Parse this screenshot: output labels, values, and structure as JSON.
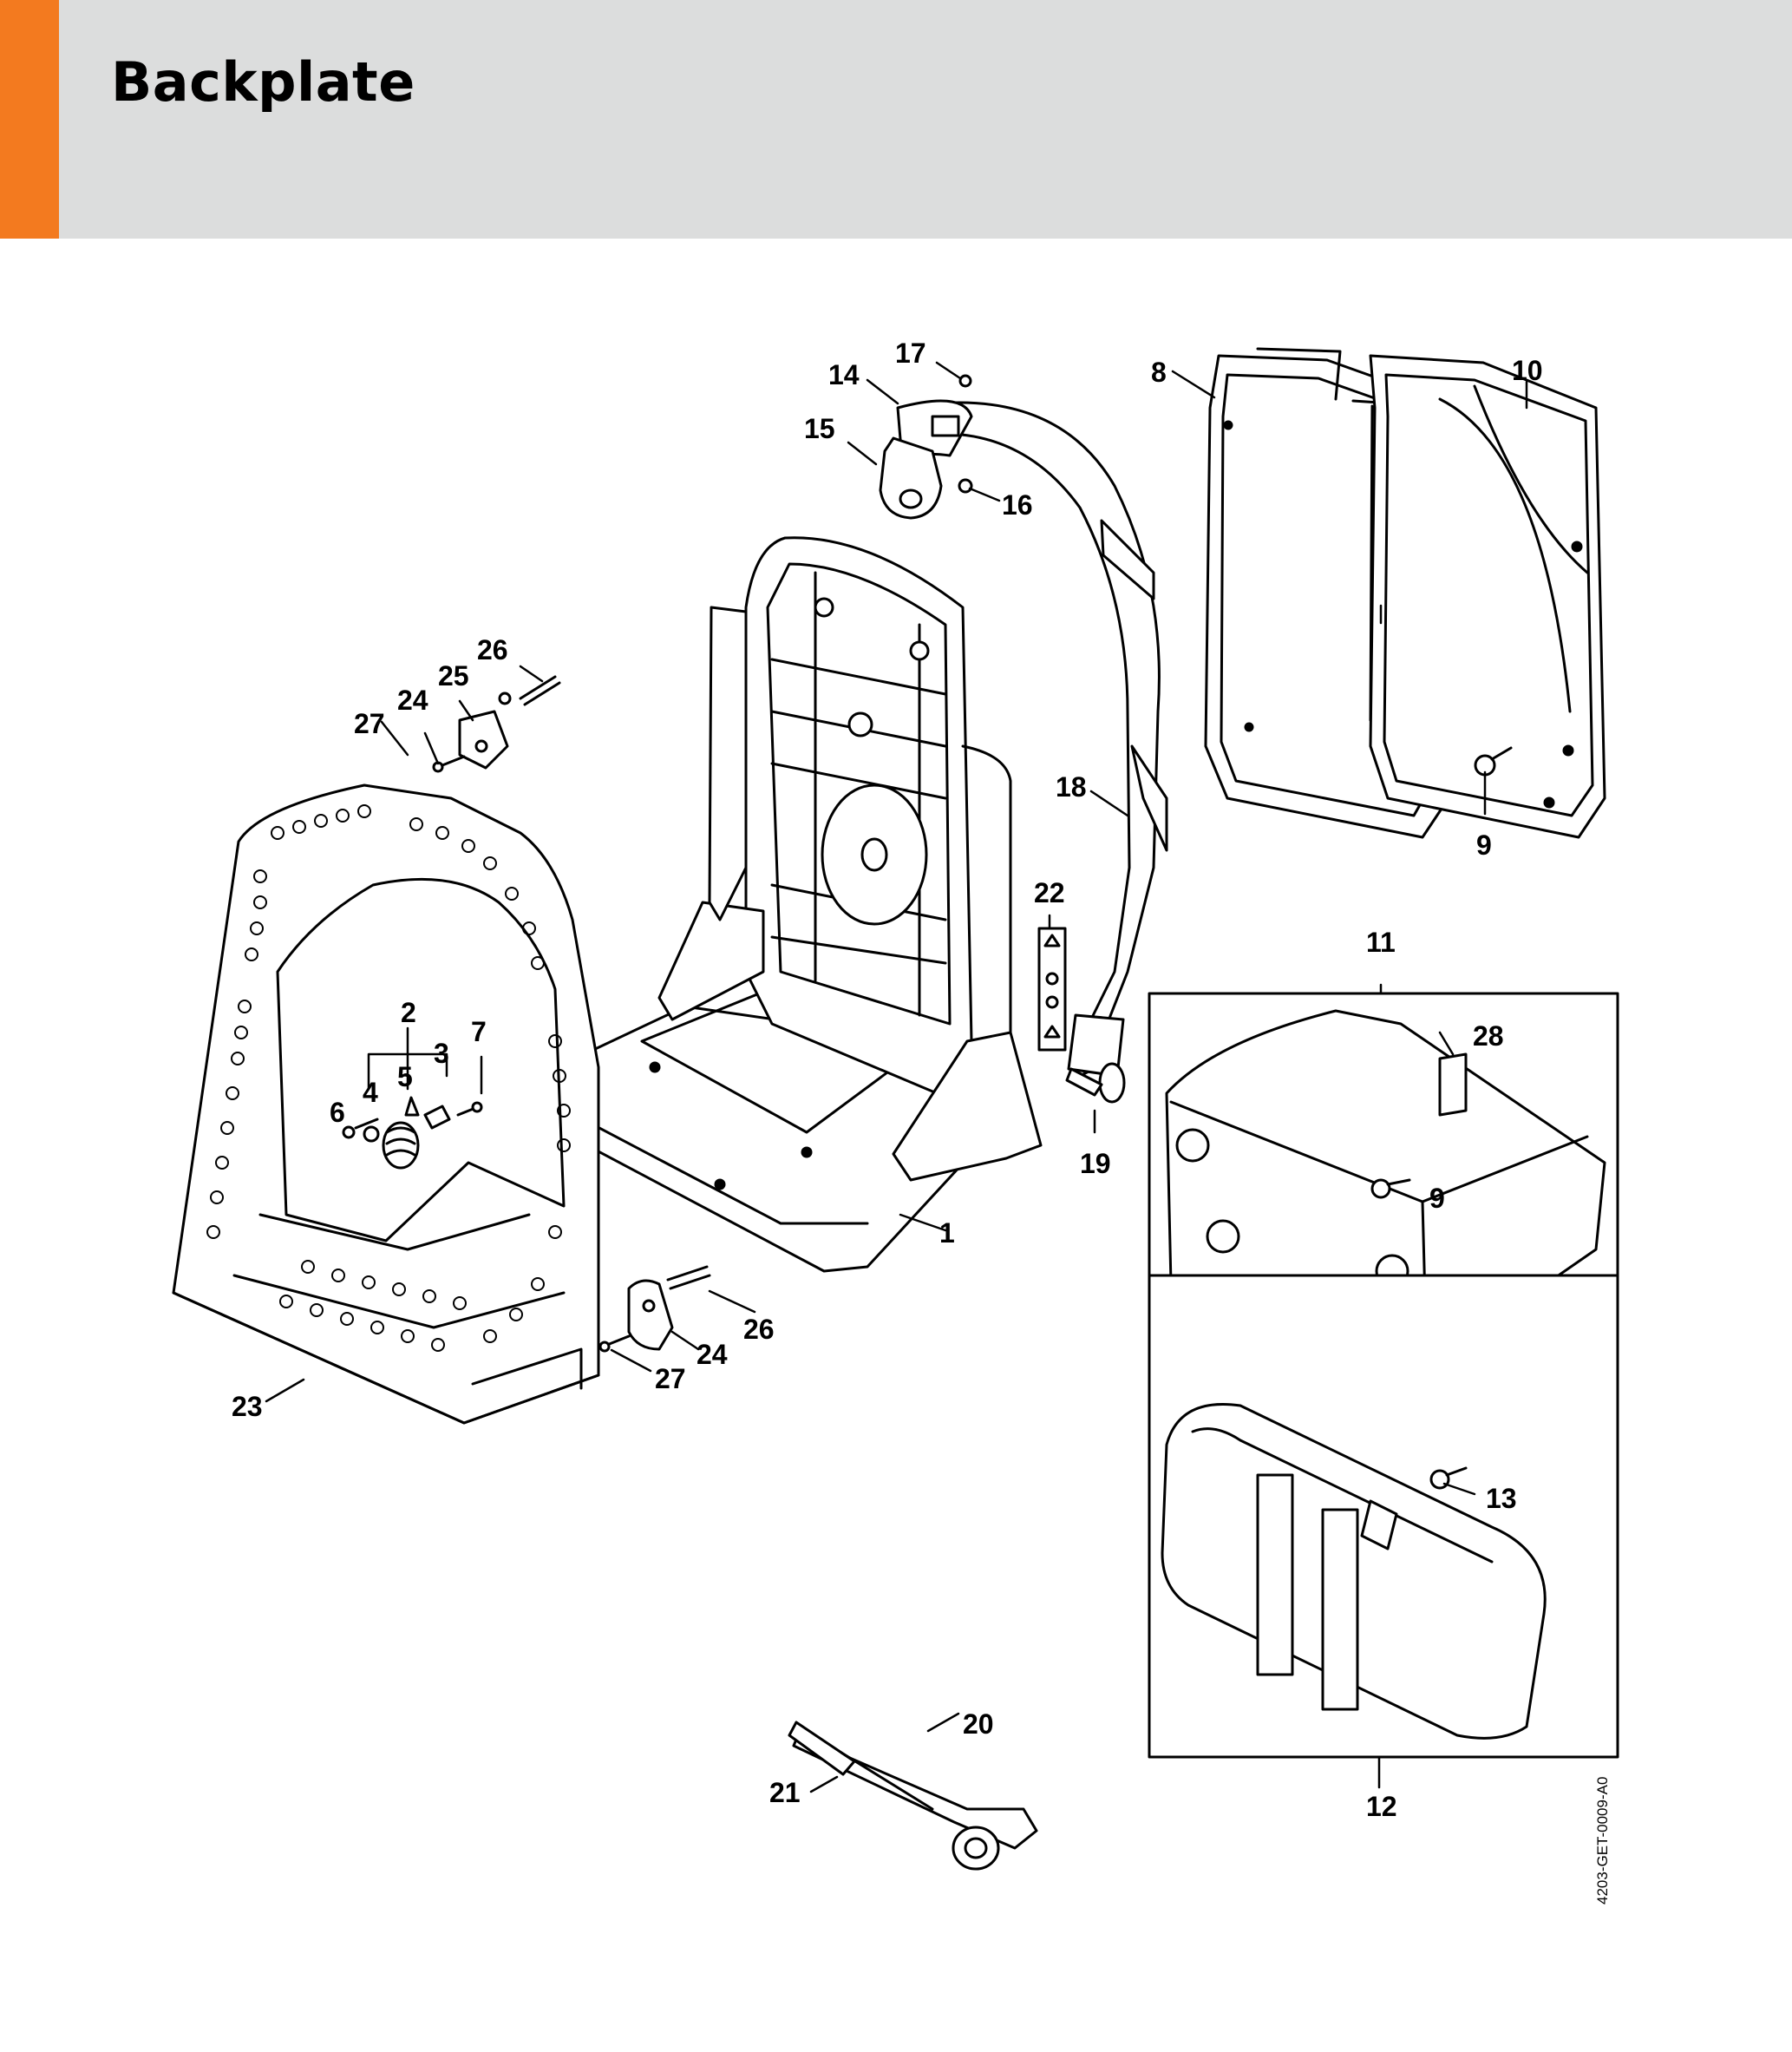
{
  "page": {
    "title": "Backplate",
    "doc_code": "4203-GET-0009-A0"
  },
  "colors": {
    "accent": "#f37a1f",
    "header_bg": "#dcdddd",
    "line": "#000000"
  },
  "callouts": [
    "1",
    "2",
    "3",
    "4",
    "5",
    "6",
    "7",
    "8",
    "9",
    "10",
    "11",
    "12",
    "13",
    "14",
    "15",
    "16",
    "17",
    "18",
    "19",
    "20",
    "21",
    "22",
    "23",
    "24",
    "25",
    "26",
    "27",
    "28"
  ],
  "parts": {
    "backplate": "1",
    "harness": "18",
    "hip_belt": "12",
    "tool_kit": "20",
    "guard_cage": "23"
  }
}
